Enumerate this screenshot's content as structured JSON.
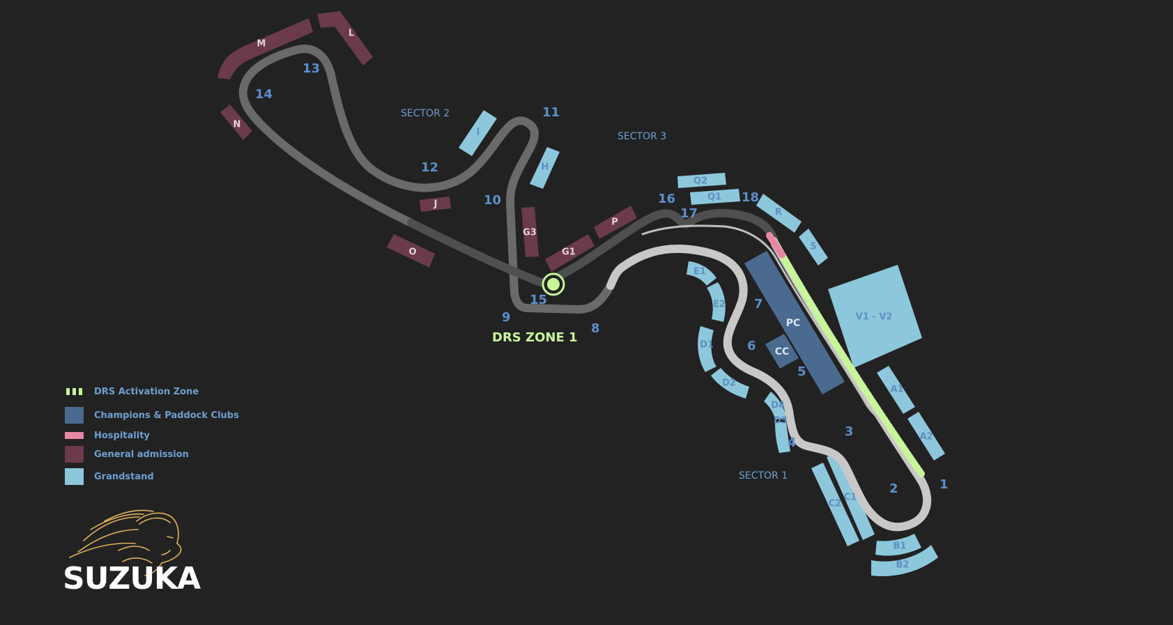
{
  "colors": {
    "background": "#222222",
    "track_sector1": "#c8c8c8",
    "track_sector2": "#6a6a6a",
    "track_sector3": "#4f4f4f",
    "drs": "#c8f59a",
    "clubs": "#4a6b8f",
    "hospitality": "#e887a4",
    "general_admission": "#6b3a4d",
    "grandstand": "#8dc7dc",
    "text_blue": "#5b8fcb",
    "logo_gold": "#e1b25c"
  },
  "title": "SUZUKA",
  "drs_zone_label": "DRS ZONE 1",
  "sectors": [
    "SECTOR 1",
    "SECTOR 2",
    "SECTOR 3"
  ],
  "turns": [
    "1",
    "2",
    "3",
    "4",
    "5",
    "6",
    "7",
    "8",
    "9",
    "10",
    "11",
    "12",
    "13",
    "14",
    "15",
    "16",
    "17",
    "18"
  ],
  "grandstands": [
    "A1",
    "A2",
    "B1",
    "B2",
    "C1",
    "C2",
    "D1",
    "D2",
    "D4",
    "D5",
    "E1",
    "E2",
    "H",
    "I",
    "Q1",
    "Q2",
    "R",
    "S",
    "V1 - V2"
  ],
  "general_admission": [
    "G1",
    "G3",
    "J",
    "L",
    "M",
    "N",
    "O",
    "P"
  ],
  "clubs": [
    "PC",
    "CC"
  ],
  "legend": [
    {
      "label": "DRS Activation Zone",
      "type": "drs"
    },
    {
      "label": "Champions & Paddock Clubs",
      "type": "clubs"
    },
    {
      "label": "Hospitality",
      "type": "hospitality"
    },
    {
      "label": "General admission",
      "type": "general_admission"
    },
    {
      "label": "Grandstand",
      "type": "grandstand"
    }
  ],
  "icons": [
    "lion-logo-icon",
    "drs-detection-point-icon"
  ]
}
